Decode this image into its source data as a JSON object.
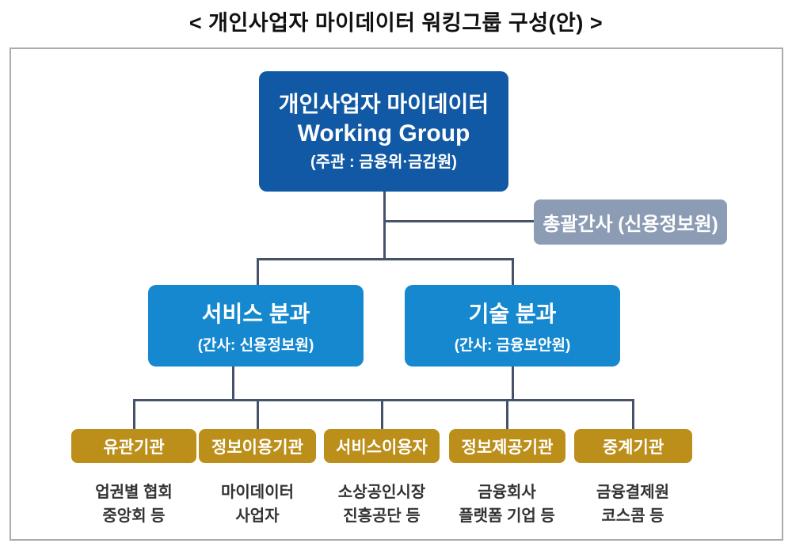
{
  "title": "<  개인사업자 마이데이터 워킹그룹 구성(안)  >",
  "org": {
    "root": {
      "line1": "개인사업자 마이데이터",
      "line2": "Working Group",
      "line3": "(주관 : 금융위·금감원)"
    },
    "secretary": {
      "label": "총괄간사 (신용정보원)"
    },
    "divisions": [
      {
        "title": "서비스 분과",
        "subtitle": "(간사: 신용정보원)"
      },
      {
        "title": "기술 분과",
        "subtitle": "(간사: 금융보안원)"
      }
    ],
    "groups": [
      {
        "label": "유관기관",
        "desc1": "업권별 협회",
        "desc2": "중앙회 등"
      },
      {
        "label": "정보이용기관",
        "desc1": "마이데이터",
        "desc2": "사업자"
      },
      {
        "label": "서비스이용자",
        "desc1": "소상공인시장",
        "desc2": "진흥공단 등"
      },
      {
        "label": "정보제공기관",
        "desc1": "금융회사",
        "desc2": "플랫폼 기업 등"
      },
      {
        "label": "중계기관",
        "desc1": "금융결제원",
        "desc2": "코스콤 등"
      }
    ]
  },
  "colors": {
    "root_box": "#1159a4",
    "division_box": "#1588cf",
    "secretary_box": "#8c9cb4",
    "group_box": "#bc8f1b",
    "connector": "#44536a",
    "frame_border": "#ababab",
    "desc_text": "#333333",
    "title_text": "#111111"
  }
}
